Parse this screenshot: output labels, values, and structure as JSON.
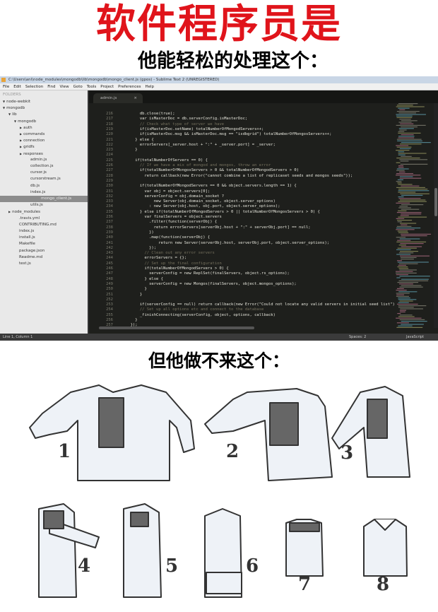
{
  "headline": "软件程序员是",
  "subtitle_top": "他能轻松的处理这个：",
  "subtitle_bottom": "但他做不来这个：",
  "colors": {
    "headline": "#e0141b",
    "editor_bg": "#1e1f1c",
    "keyword": "#f92672",
    "string": "#e6db74",
    "comment": "#75715e"
  },
  "editor": {
    "window_title": "C:\\Users\\ani\\node_modules\\mongodb\\lib\\mongodb\\mongo_client.js (gpos) - Sublime Text 2 (UNREGISTERED)",
    "menu": [
      "File",
      "Edit",
      "Selection",
      "Find",
      "View",
      "Goto",
      "Tools",
      "Project",
      "Preferences",
      "Help"
    ],
    "sidebar": {
      "header": "FOLDERS",
      "items": [
        {
          "label": "node-webkit",
          "depth": 0,
          "arrow": "▼"
        },
        {
          "label": "mongodb",
          "depth": 0,
          "arrow": "▼"
        },
        {
          "label": "lib",
          "depth": 1,
          "arrow": "▼"
        },
        {
          "label": "mongodb",
          "depth": 2,
          "arrow": "▼"
        },
        {
          "label": "auth",
          "depth": 3,
          "arrow": "▶"
        },
        {
          "label": "commands",
          "depth": 3,
          "arrow": "▶"
        },
        {
          "label": "connection",
          "depth": 3,
          "arrow": "▶"
        },
        {
          "label": "gridfs",
          "depth": 3,
          "arrow": "▶"
        },
        {
          "label": "responses",
          "depth": 3,
          "arrow": "▶"
        },
        {
          "label": "admin.js",
          "depth": 4,
          "arrow": ""
        },
        {
          "label": "collection.js",
          "depth": 4,
          "arrow": ""
        },
        {
          "label": "cursor.js",
          "depth": 4,
          "arrow": ""
        },
        {
          "label": "cursorstream.js",
          "depth": 4,
          "arrow": ""
        },
        {
          "label": "db.js",
          "depth": 4,
          "arrow": ""
        },
        {
          "label": "index.js",
          "depth": 4,
          "arrow": ""
        },
        {
          "label": "mongo_client.js",
          "depth": 4,
          "arrow": "",
          "selected": true
        },
        {
          "label": "utils.js",
          "depth": 4,
          "arrow": ""
        },
        {
          "label": "node_modules",
          "depth": 1,
          "arrow": "▶"
        },
        {
          "label": ".travis.yml",
          "depth": 2,
          "arrow": ""
        },
        {
          "label": "CONTRIBUTING.md",
          "depth": 2,
          "arrow": ""
        },
        {
          "label": "index.js",
          "depth": 2,
          "arrow": ""
        },
        {
          "label": "install.js",
          "depth": 2,
          "arrow": ""
        },
        {
          "label": "Makefile",
          "depth": 2,
          "arrow": ""
        },
        {
          "label": "package.json",
          "depth": 2,
          "arrow": ""
        },
        {
          "label": "Readme.md",
          "depth": 2,
          "arrow": ""
        },
        {
          "label": "test.js",
          "depth": 2,
          "arrow": ""
        }
      ]
    },
    "tab": {
      "label": "admin.js",
      "close": "×"
    },
    "first_line_number": 216,
    "code_lines": [
      "      db.close(true);",
      "      var isMasterDoc = db.serverConfig.isMasterDoc;",
      "      // Check what type of server we have",
      "      if(isMasterDoc.setName) totalNumberOfMongodServers++;",
      "      if(isMasterDoc.msg && isMasterDoc.msg == \"isdbgrid\") totalNumberOfMongosServers++;",
      "    } else {",
      "      errorServers[_server.host + \":\" + _server.port] = _server;",
      "    }",
      "",
      "    if(totalNumberOfServers == 0) {",
      "      // If we have a mix of mongod and mongos, throw an error",
      "      if(totalNumberOfMongosServers > 0 && totalNumberOfMongodServers > 0)",
      "        return callback(new Error(\"cannot combine a list of replicaset seeds and mongos seeds\"));",
      "",
      "      if(totalNumberOfMongodServers == 0 && object.servers.length == 1) {",
      "        var obj = object.servers[0];",
      "        serverConfig = obj.domain_socket ?",
      "            new Server(obj.domain_socket, object.server_options)",
      "          : new Server(obj.host, obj.port, object.server_options);",
      "      } else if(totalNumberOfMongodServers > 0 || totalNumberOfMongosServers > 0) {",
      "        var finalServers = object.servers",
      "          .filter(function(serverObj) {",
      "            return errorServers[serverObj.host + \":\" + serverObj.port] == null;",
      "          })",
      "          .map(function(serverObj) {",
      "              return new Server(serverObj.host, serverObj.port, object.server_options);",
      "          });",
      "        // Clean out any error servers",
      "        errorServers = {};",
      "        // Set up the final configuration",
      "        if(totalNumberOfMongodServers > 0) {",
      "          serverConfig = new ReplSet(finalServers, object.rs_options);",
      "        } else {",
      "          serverConfig = new Mongos(finalServers, object.mongos_options);",
      "        }",
      "      }",
      "",
      "      if(serverConfig == null) return callback(new Error(\"Could not locate any valid servers in initial seed list\"));",
      "      // Set up all options etc and connect to the database",
      "      _finishConnecting(serverConfig, object, options, callback)",
      "    }",
      "  });",
      "}"
    ],
    "status": {
      "position": "Line 1, Column 1",
      "indent": "Spaces: 2",
      "syntax": "JavaScript"
    }
  },
  "folding_steps": [
    "1",
    "2",
    "3",
    "4",
    "5",
    "6",
    "7",
    "8"
  ]
}
